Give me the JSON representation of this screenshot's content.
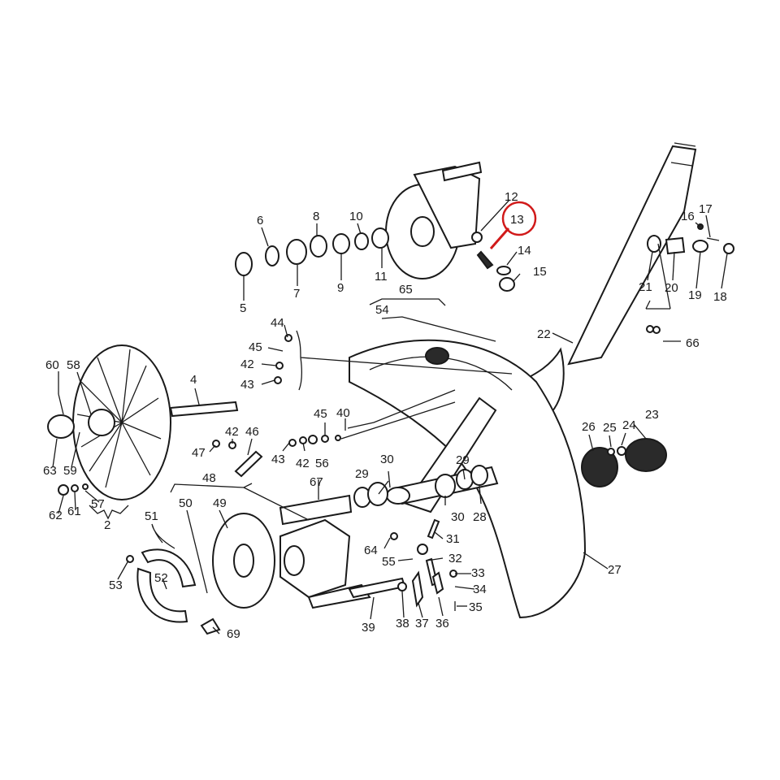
{
  "labels": [
    {
      "id": "l2",
      "text": "2"
    },
    {
      "id": "l4",
      "text": "4"
    },
    {
      "id": "l5",
      "text": "5"
    },
    {
      "id": "l6",
      "text": "6"
    },
    {
      "id": "l7",
      "text": "7"
    },
    {
      "id": "l8",
      "text": "8"
    },
    {
      "id": "l9",
      "text": "9"
    },
    {
      "id": "l10",
      "text": "10"
    },
    {
      "id": "l11",
      "text": "11"
    },
    {
      "id": "l12",
      "text": "12"
    },
    {
      "id": "l13",
      "text": "13"
    },
    {
      "id": "l14",
      "text": "14"
    },
    {
      "id": "l15",
      "text": "15"
    },
    {
      "id": "l16",
      "text": "16"
    },
    {
      "id": "l17",
      "text": "17"
    },
    {
      "id": "l18",
      "text": "18"
    },
    {
      "id": "l19",
      "text": "19"
    },
    {
      "id": "l20",
      "text": "20"
    },
    {
      "id": "l21",
      "text": "21"
    },
    {
      "id": "l22",
      "text": "22"
    },
    {
      "id": "l23",
      "text": "23"
    },
    {
      "id": "l24",
      "text": "24"
    },
    {
      "id": "l25",
      "text": "25"
    },
    {
      "id": "l26",
      "text": "26"
    },
    {
      "id": "l27",
      "text": "27"
    },
    {
      "id": "l28",
      "text": "28"
    },
    {
      "id": "l29a",
      "text": "29"
    },
    {
      "id": "l29b",
      "text": "29"
    },
    {
      "id": "l30a",
      "text": "30"
    },
    {
      "id": "l30b",
      "text": "30"
    },
    {
      "id": "l31",
      "text": "31"
    },
    {
      "id": "l32",
      "text": "32"
    },
    {
      "id": "l33",
      "text": "33"
    },
    {
      "id": "l34",
      "text": "34"
    },
    {
      "id": "l35",
      "text": "35"
    },
    {
      "id": "l36",
      "text": "36"
    },
    {
      "id": "l37",
      "text": "37"
    },
    {
      "id": "l38",
      "text": "38"
    },
    {
      "id": "l39",
      "text": "39"
    },
    {
      "id": "l40",
      "text": "40"
    },
    {
      "id": "l42a",
      "text": "42"
    },
    {
      "id": "l42b",
      "text": "42"
    },
    {
      "id": "l42c",
      "text": "42"
    },
    {
      "id": "l43a",
      "text": "43"
    },
    {
      "id": "l43b",
      "text": "43"
    },
    {
      "id": "l44",
      "text": "44"
    },
    {
      "id": "l45a",
      "text": "45"
    },
    {
      "id": "l45b",
      "text": "45"
    },
    {
      "id": "l46",
      "text": "46"
    },
    {
      "id": "l47",
      "text": "47"
    },
    {
      "id": "l48",
      "text": "48"
    },
    {
      "id": "l49",
      "text": "49"
    },
    {
      "id": "l50",
      "text": "50"
    },
    {
      "id": "l51",
      "text": "51"
    },
    {
      "id": "l52",
      "text": "52"
    },
    {
      "id": "l53",
      "text": "53"
    },
    {
      "id": "l54",
      "text": "54"
    },
    {
      "id": "l55",
      "text": "55"
    },
    {
      "id": "l56",
      "text": "56"
    },
    {
      "id": "l57",
      "text": "57"
    },
    {
      "id": "l58",
      "text": "58"
    },
    {
      "id": "l59",
      "text": "59"
    },
    {
      "id": "l60",
      "text": "60"
    },
    {
      "id": "l61",
      "text": "61"
    },
    {
      "id": "l62",
      "text": "62"
    },
    {
      "id": "l63",
      "text": "63"
    },
    {
      "id": "l64",
      "text": "64"
    },
    {
      "id": "l65",
      "text": "65"
    },
    {
      "id": "l66",
      "text": "66"
    },
    {
      "id": "l67",
      "text": "67"
    },
    {
      "id": "l69",
      "text": "69"
    }
  ],
  "highlight": {
    "label_id": "l13",
    "color": "#d11a1a"
  },
  "colors": {
    "ink": "#1a1a1a",
    "paper": "#ffffff"
  }
}
